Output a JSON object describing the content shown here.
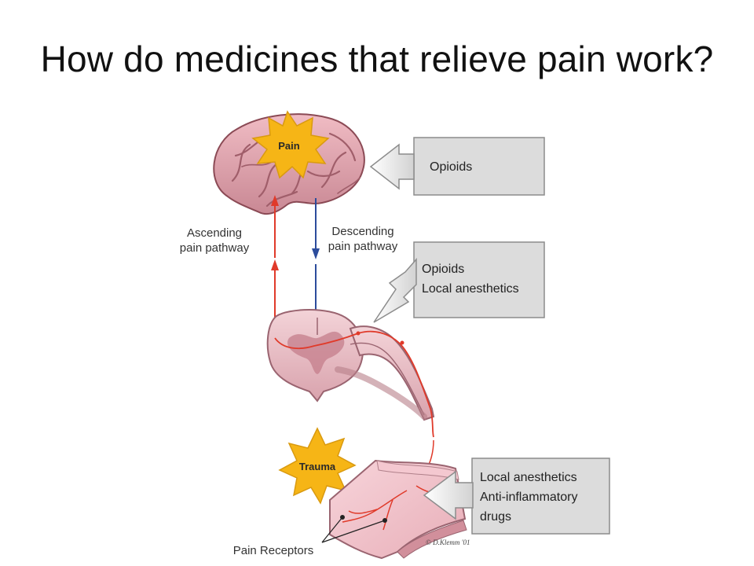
{
  "title": "How do medicines that relieve pain work?",
  "labels": {
    "pain_burst": "Pain",
    "trauma_burst": "Trauma",
    "ascending_line1": "Ascending",
    "ascending_line2": "pain pathway",
    "descending_line1": "Descending",
    "descending_line2": "pain pathway",
    "pain_receptors": "Pain Receptors",
    "copyright": "© D.Klemm '01"
  },
  "callouts": {
    "brain": {
      "line1": "Opioids"
    },
    "spinal": {
      "line1": "Opioids",
      "line2": "Local anesthetics"
    },
    "periphery": {
      "line1": "Local anesthetics",
      "line2": "Anti-inflammatory",
      "line3": "drugs"
    }
  },
  "colors": {
    "ascending": "#e03a2a",
    "descending": "#2c4c9c",
    "burst": "#f6b516",
    "box_fill": "#dcdcdc",
    "box_stroke": "#8c8c8c",
    "tissue": "#e9b4bd"
  }
}
